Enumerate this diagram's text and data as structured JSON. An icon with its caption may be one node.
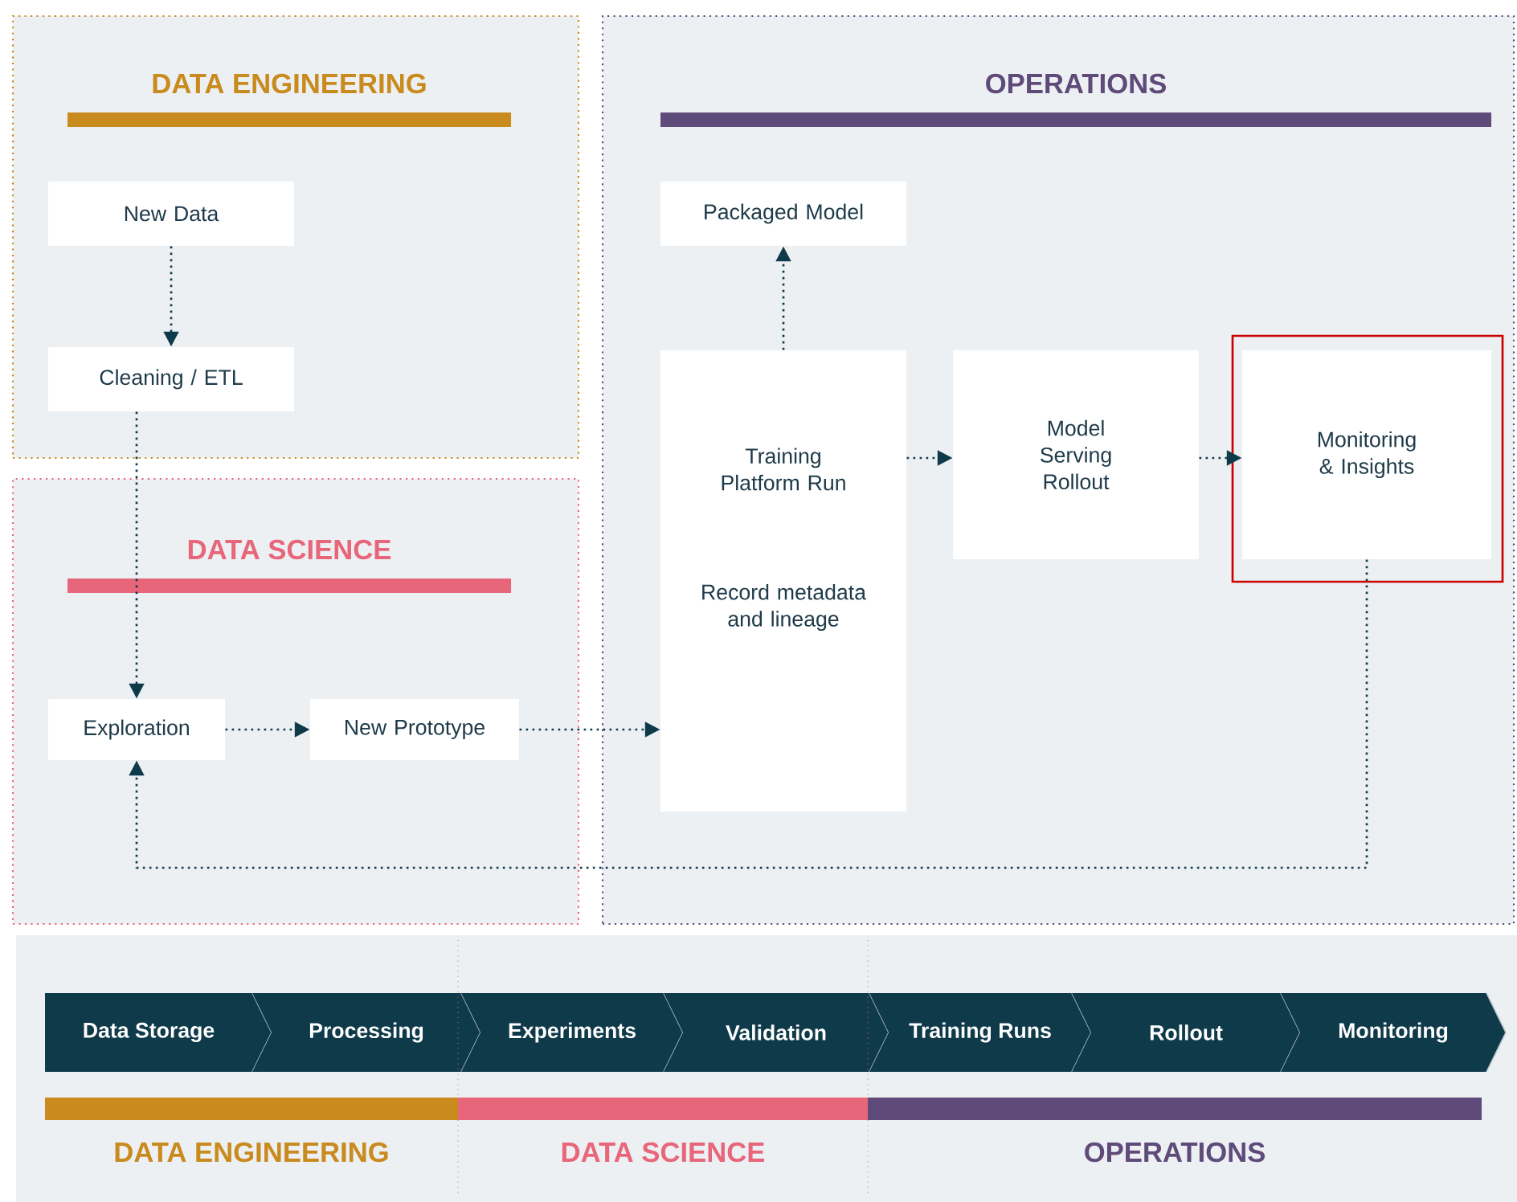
{
  "diagram": {
    "nodes": [
      {
        "text": [
          "DATA ENGINEERING"
        ]
      },
      {
        "text": [
          "New Data"
        ],
        "in": 0
      },
      {
        "text": [
          "Cleaning / ETL"
        ],
        "in": 0
      },
      {
        "text": [
          "DATA SCIENCE"
        ]
      },
      {
        "text": [
          "Exploration"
        ],
        "in": 3
      },
      {
        "text": [
          "New Prototype"
        ],
        "in": 3
      },
      {
        "text": [
          "OPERATIONS"
        ]
      },
      {
        "text": [
          "Packaged Model"
        ],
        "in": 6
      },
      {
        "text": [
          "Training Platform Run",
          "Record metadata and lineage"
        ],
        "in": 6
      },
      {
        "text": [
          "Model Serving Rollout"
        ],
        "in": 6
      },
      {
        "text": [],
        "shape": "box",
        "in": 6
      },
      {
        "text": [
          "Monitoring & Insights"
        ],
        "in": 10
      },
      {
        "text": [
          "Data Storage"
        ]
      },
      {
        "text": [
          "Processing"
        ]
      },
      {
        "text": [
          "Experiments"
        ]
      },
      {
        "text": [
          "Validation"
        ]
      },
      {
        "text": [
          "Training Runs"
        ]
      },
      {
        "text": [
          "Rollout"
        ]
      },
      {
        "text": [
          "Monitoring"
        ]
      }
    ],
    "edges": [
      {
        "from": 1,
        "to": 2,
        "arrow": "to"
      },
      {
        "from": 2,
        "to": 4,
        "arrow": "to"
      },
      {
        "from": 4,
        "to": 5,
        "arrow": "to"
      },
      {
        "from": 5,
        "to": 8,
        "arrow": "to"
      },
      {
        "from": 8,
        "to": 7,
        "arrow": "to"
      },
      {
        "from": 8,
        "to": 9,
        "arrow": "to"
      },
      {
        "from": 9,
        "to": 11,
        "arrow": "to"
      },
      {
        "from": 11,
        "to": 4,
        "arrow": "to"
      }
    ],
    "labels": [
      "DATA ENGINEERING",
      "DATA SCIENCE",
      "OPERATIONS"
    ]
  }
}
